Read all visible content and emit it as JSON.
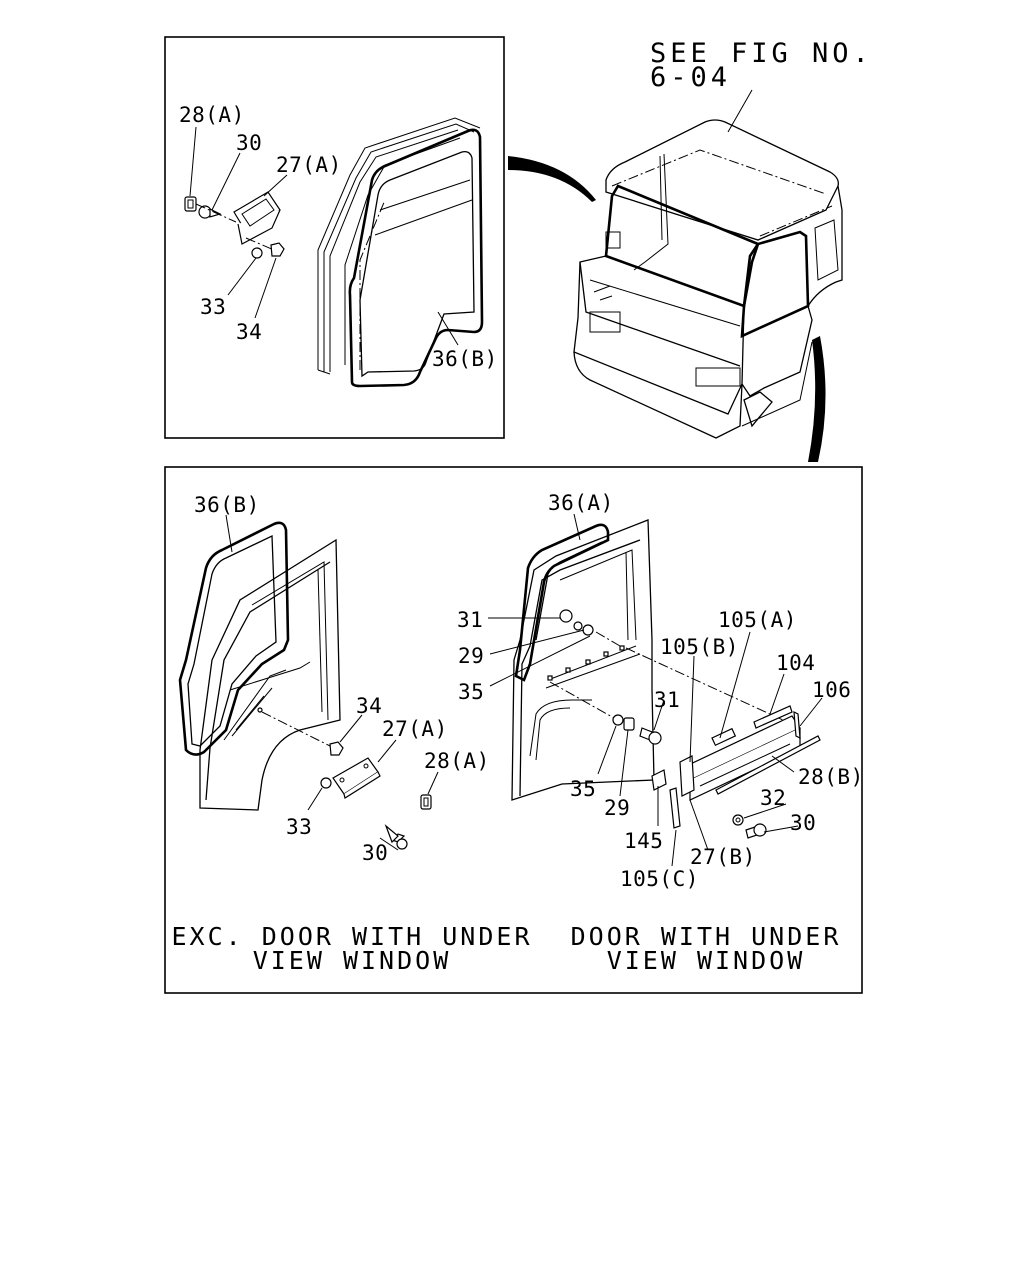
{
  "reference": {
    "line1": "SEE FIG NO.",
    "line2": "6-04"
  },
  "inset_labels": {
    "p28a": "28(A)",
    "p30": "30",
    "p27a": "27(A)",
    "p33": "33",
    "p34": "34",
    "p36b": "36(B)"
  },
  "left_labels": {
    "p36b": "36(B)",
    "p34": "34",
    "p27a": "27(A)",
    "p28a": "28(A)",
    "p33": "33",
    "p30": "30"
  },
  "right_labels": {
    "p36a": "36(A)",
    "p31a": "31",
    "p29a": "29",
    "p35a": "35",
    "p105a": "105(A)",
    "p105b": "105(B)",
    "p104": "104",
    "p106": "106",
    "p31b": "31",
    "p28b": "28(B)",
    "p35b": "35",
    "p29b": "29",
    "p32": "32",
    "p30": "30",
    "p145": "145",
    "p27b": "27(B)",
    "p105c": "105(C)"
  },
  "captions": {
    "left_line1": "EXC. DOOR WITH UNDER",
    "left_line2": "VIEW WINDOW",
    "right_line1": "DOOR WITH UNDER",
    "right_line2": "VIEW WINDOW"
  }
}
